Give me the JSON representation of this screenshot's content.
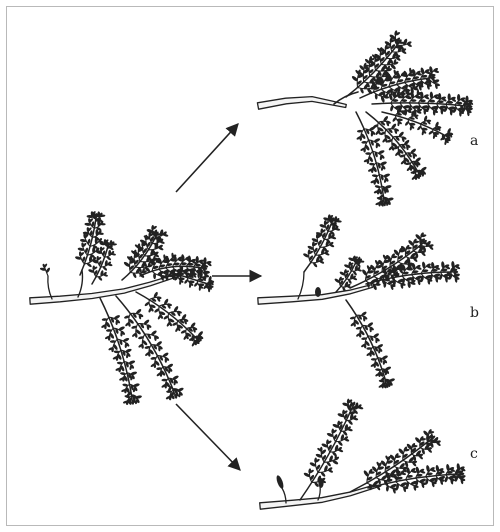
{
  "labels": {
    "a": "a",
    "b": "b",
    "c": "c"
  },
  "colors": {
    "ink": "#222222",
    "stem_fill": "#f4f4f4",
    "border": "#b9b9b9",
    "background": "#ffffff"
  },
  "diagram": {
    "original": "sprig-with-full-branches",
    "results": [
      {
        "label_key": "a",
        "variant": "main-branch-kept-basal-stem-stripped"
      },
      {
        "label_key": "b",
        "variant": "most-branches-kept"
      },
      {
        "label_key": "c",
        "variant": "lower-branch-removed"
      }
    ]
  }
}
